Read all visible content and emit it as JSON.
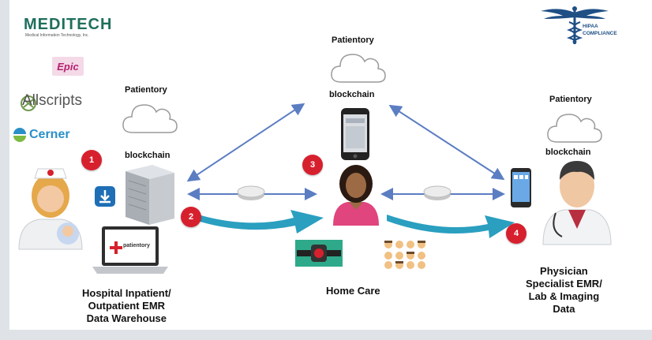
{
  "logos": {
    "meditech": "MEDITECH",
    "meditech_tagline": "Medical Information Technology, Inc.",
    "epic": "Epic",
    "allscripts": "Allscripts",
    "cerner": "Cerner",
    "hipaa_line1": "HIPAA",
    "hipaa_line2": "COMPLIANCE"
  },
  "clouds": {
    "hospital": {
      "title": "Patientory",
      "caption": "blockchain"
    },
    "center": {
      "title": "Patientory",
      "caption": "blockchain"
    },
    "physician": {
      "title": "Patientory",
      "caption": "blockchain"
    }
  },
  "laptop_brand": "patientory",
  "steps": [
    "1",
    "2",
    "3",
    "4"
  ],
  "labels": {
    "hospital": [
      "Hospital Inpatient/",
      "Outpatient EMR",
      "Data Warehouse"
    ],
    "home_care": "Home Care",
    "physician": [
      "Physician",
      "Specialist EMR/",
      "Lab &  Imaging",
      "Data"
    ]
  },
  "colors": {
    "arrow_blue": "#5b7dc2",
    "flow_teal": "#2a9fc0",
    "badge_red": "#d7202e",
    "patient_pink": "#e0457d",
    "meditech_green": "#1f6f5c",
    "hipaa_blue": "#1e4f85"
  },
  "icons": [
    "cloud-icon",
    "server-icon",
    "download-icon",
    "laptop-icon",
    "phone-icon",
    "tablet-icon",
    "smartwatch-icon",
    "patient-icon",
    "nurse-icon",
    "doctor-icon",
    "caduceus-icon",
    "dna-icon",
    "faces-icon",
    "token-icon"
  ]
}
